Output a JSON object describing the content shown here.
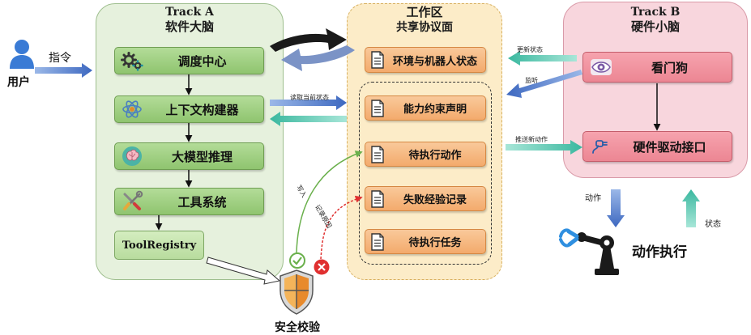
{
  "user": {
    "label": "用户",
    "cmd_label": "指令"
  },
  "track_a": {
    "title_en": "Track A",
    "title_cn": "软件大脑",
    "modules": [
      "调度中心",
      "上下文构建器",
      "大模型推理",
      "工具系统"
    ],
    "registry": "ToolRegistry"
  },
  "workspace": {
    "title": "工作区",
    "subtitle": "共享协议面",
    "env_state": "环境与机器人状态",
    "items": [
      "能力约束声明",
      "待执行动作",
      "失败经验记录",
      "待执行任务"
    ]
  },
  "track_b": {
    "title_en": "Track B",
    "title_cn": "硬件小脑",
    "watchdog": "看门狗",
    "driver": "硬件驱动接口"
  },
  "edges": {
    "read_state": "读取当前状态",
    "update_state": "更新状态",
    "listen": "监听",
    "push_action": "推送新动作",
    "write": "写入",
    "record_reason": "记录原因",
    "action": "动作",
    "status": "状态"
  },
  "safety": {
    "label": "安全校验"
  },
  "execution": {
    "label": "动作执行"
  },
  "colors": {
    "green_box": "#a3d283",
    "orange_box": "#f5b57a",
    "pink_box": "#ef8f9b",
    "blue_arrow": "#4a78c8",
    "teal_arrow": "#46c0a8",
    "check_green": "#6ab04c",
    "fail_red": "#e03030"
  }
}
